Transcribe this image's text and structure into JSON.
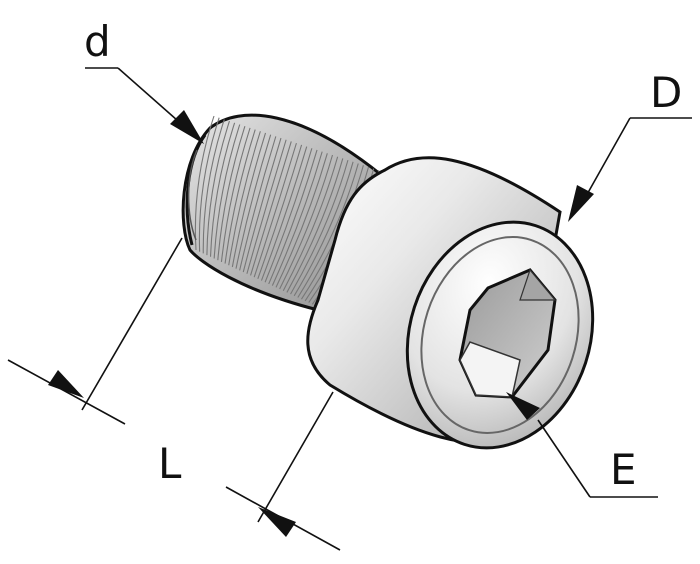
{
  "labels": {
    "d": "d",
    "D": "D",
    "L": "L",
    "E": "E"
  },
  "colors": {
    "ink": "#111111",
    "metal_light": "#f2f2f2",
    "metal_mid": "#c8c8c8",
    "metal_dark": "#8a8a8a"
  }
}
